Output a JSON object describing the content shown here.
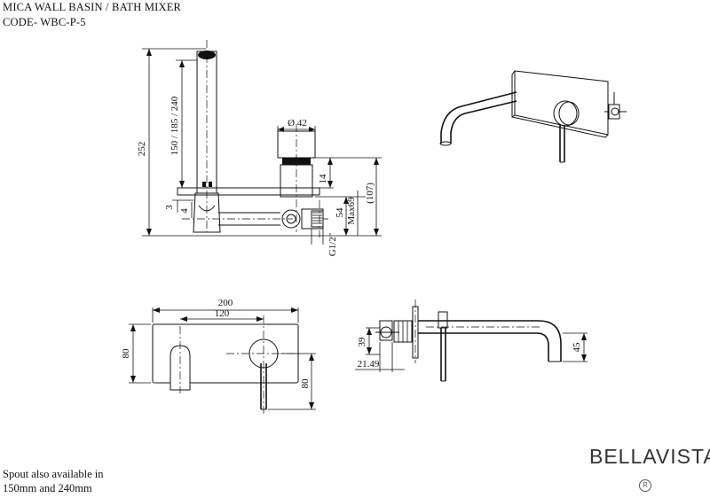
{
  "header": {
    "title": "MICA WALL BASIN / BATH MIXER",
    "code": "CODE- WBC-P-5"
  },
  "note": {
    "line1": "Spout also available in",
    "line2": "150mm and 240mm"
  },
  "brand": {
    "name": "BELLAVISTA",
    "registered_mark": "R"
  },
  "dimensions": {
    "side_total_height": "252",
    "spout_height_options": "150 / 185 / 240",
    "plate_gap": "3",
    "plate_offset": "4",
    "handle_diameter": "Ø 42",
    "handle_cap": "14",
    "body_depth": "54",
    "max_depth": "Max69",
    "overall_depth": "(107)",
    "thread": "G1/2\"",
    "plate_width": "200",
    "centre_distance": "120",
    "plate_height": "80",
    "handle_drop": "80",
    "body_height": "39",
    "body_width": "21.49",
    "spout_drop": "45"
  }
}
